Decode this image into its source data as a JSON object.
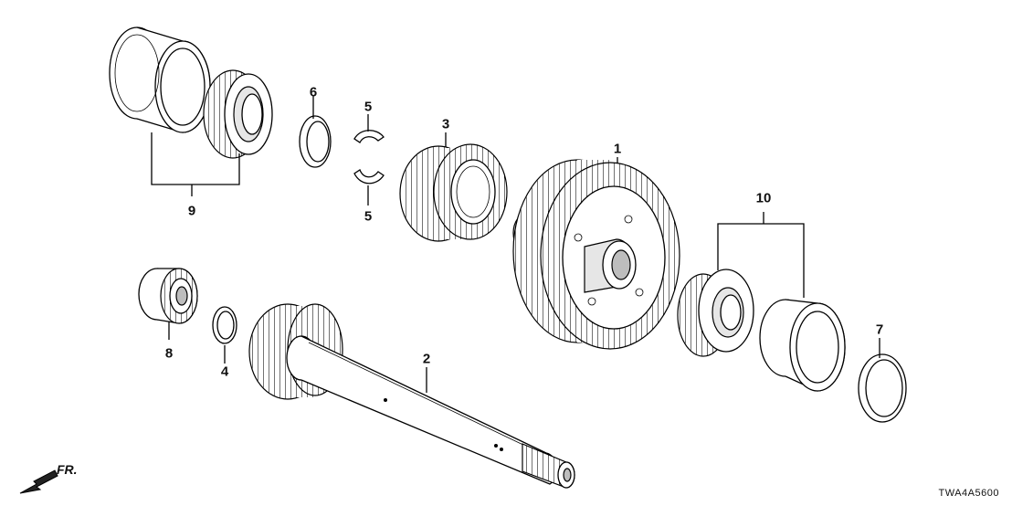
{
  "callouts": {
    "c1": "1",
    "c2": "2",
    "c3": "3",
    "c4": "4",
    "c5a": "5",
    "c5b": "5",
    "c6": "6",
    "c7": "7",
    "c8": "8",
    "c9": "9",
    "c10": "10"
  },
  "direction_label": "FR.",
  "diagram_code": "TWA4A5600"
}
